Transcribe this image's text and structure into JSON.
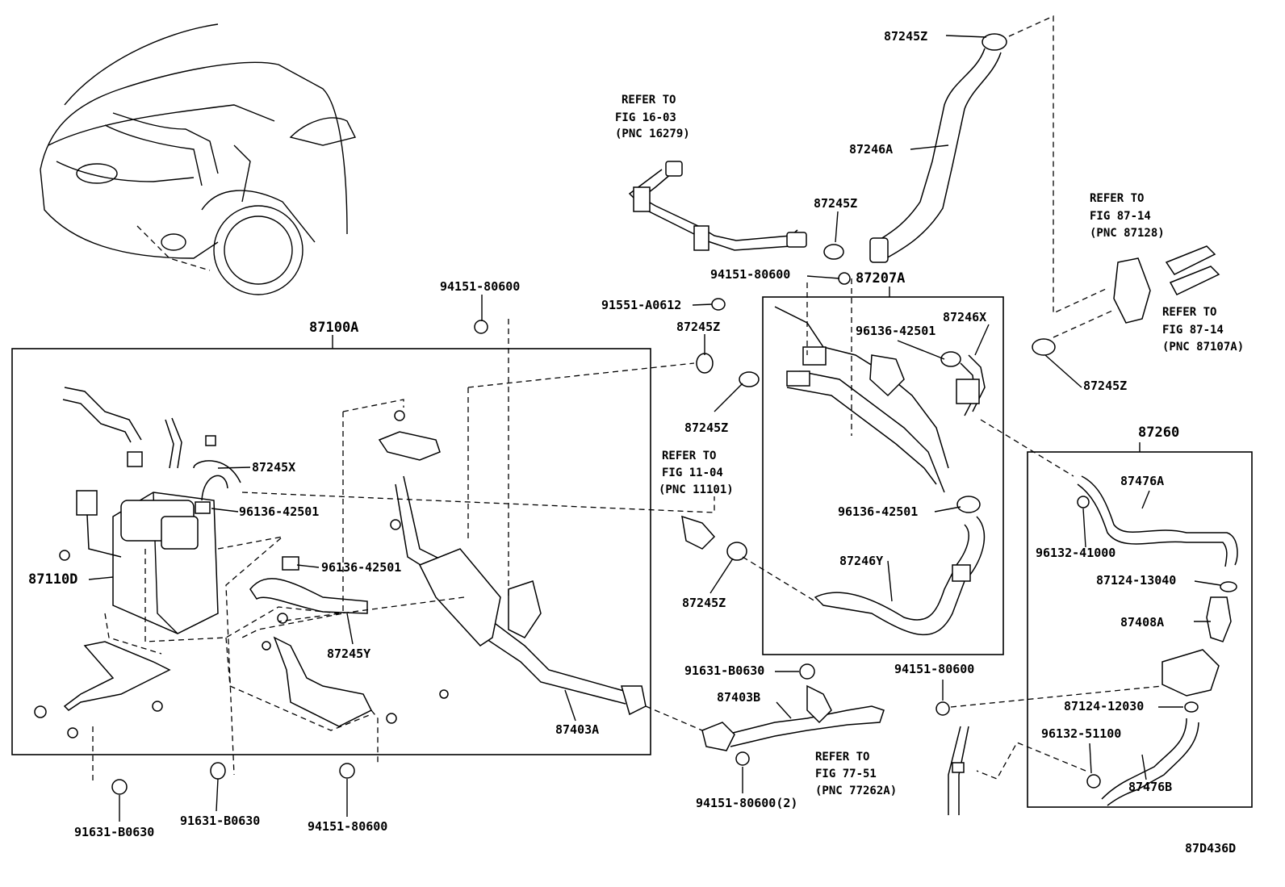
{
  "diagram_code": "87D436D",
  "labels": {
    "a87245z_top": "87245Z",
    "a87246a": "87246A",
    "ref_16_03": [
      "REFER TO",
      "FIG 16-03",
      "(PNC 16279)"
    ],
    "a87245z_mid": "87245Z",
    "a94151_80600_top": "94151-80600",
    "a87207a": "87207A",
    "a91551_a0612": "91551-A0612",
    "a94151_80600_left": "94151-80600",
    "a87100a": "87100A",
    "a87245z_b": "87245Z",
    "a87246x": "87246X",
    "a96136_42501_a": "96136-42501",
    "ref_87_14_a": [
      "REFER TO",
      "FIG 87-14",
      "(PNC 87128)"
    ],
    "ref_87_14_b": [
      "REFER TO",
      "FIG 87-14",
      "(PNC 87107A)"
    ],
    "a87245z_right": "87245Z",
    "a87245z_c": "87245Z",
    "a87245x": "87245X",
    "a96136_42501_b": "96136-42501",
    "ref_11_04": [
      "REFER TO",
      "FIG 11-04",
      "(PNC 11101)"
    ],
    "a96136_42501_c": "96136-42501",
    "a87110d": "87110D",
    "a96136_42501_d": "96136-42501",
    "a87245z_d": "87245Z",
    "a87246y": "87246Y",
    "a87260": "87260",
    "a87476a": "87476A",
    "a96132_41000": "96132-41000",
    "a87124_13040": "87124-13040",
    "a87408a": "87408A",
    "a87245y": "87245Y",
    "a91631_b0630_top": "91631-B0630",
    "a94151_80600_mid": "94151-80600",
    "a87403b": "87403B",
    "a87124_12030": "87124-12030",
    "a87403a": "87403A",
    "a96132_51100": "96132-51100",
    "ref_77_51": [
      "REFER TO",
      "FIG 77-51",
      "(PNC 77262A)"
    ],
    "a87476b": "87476B",
    "a94151_80600_2": "94151-80600(2)",
    "a91631_b0630_l": "91631-B0630",
    "a91631_b0630_m": "91631-B0630",
    "a94151_80600_bot": "94151-80600"
  }
}
